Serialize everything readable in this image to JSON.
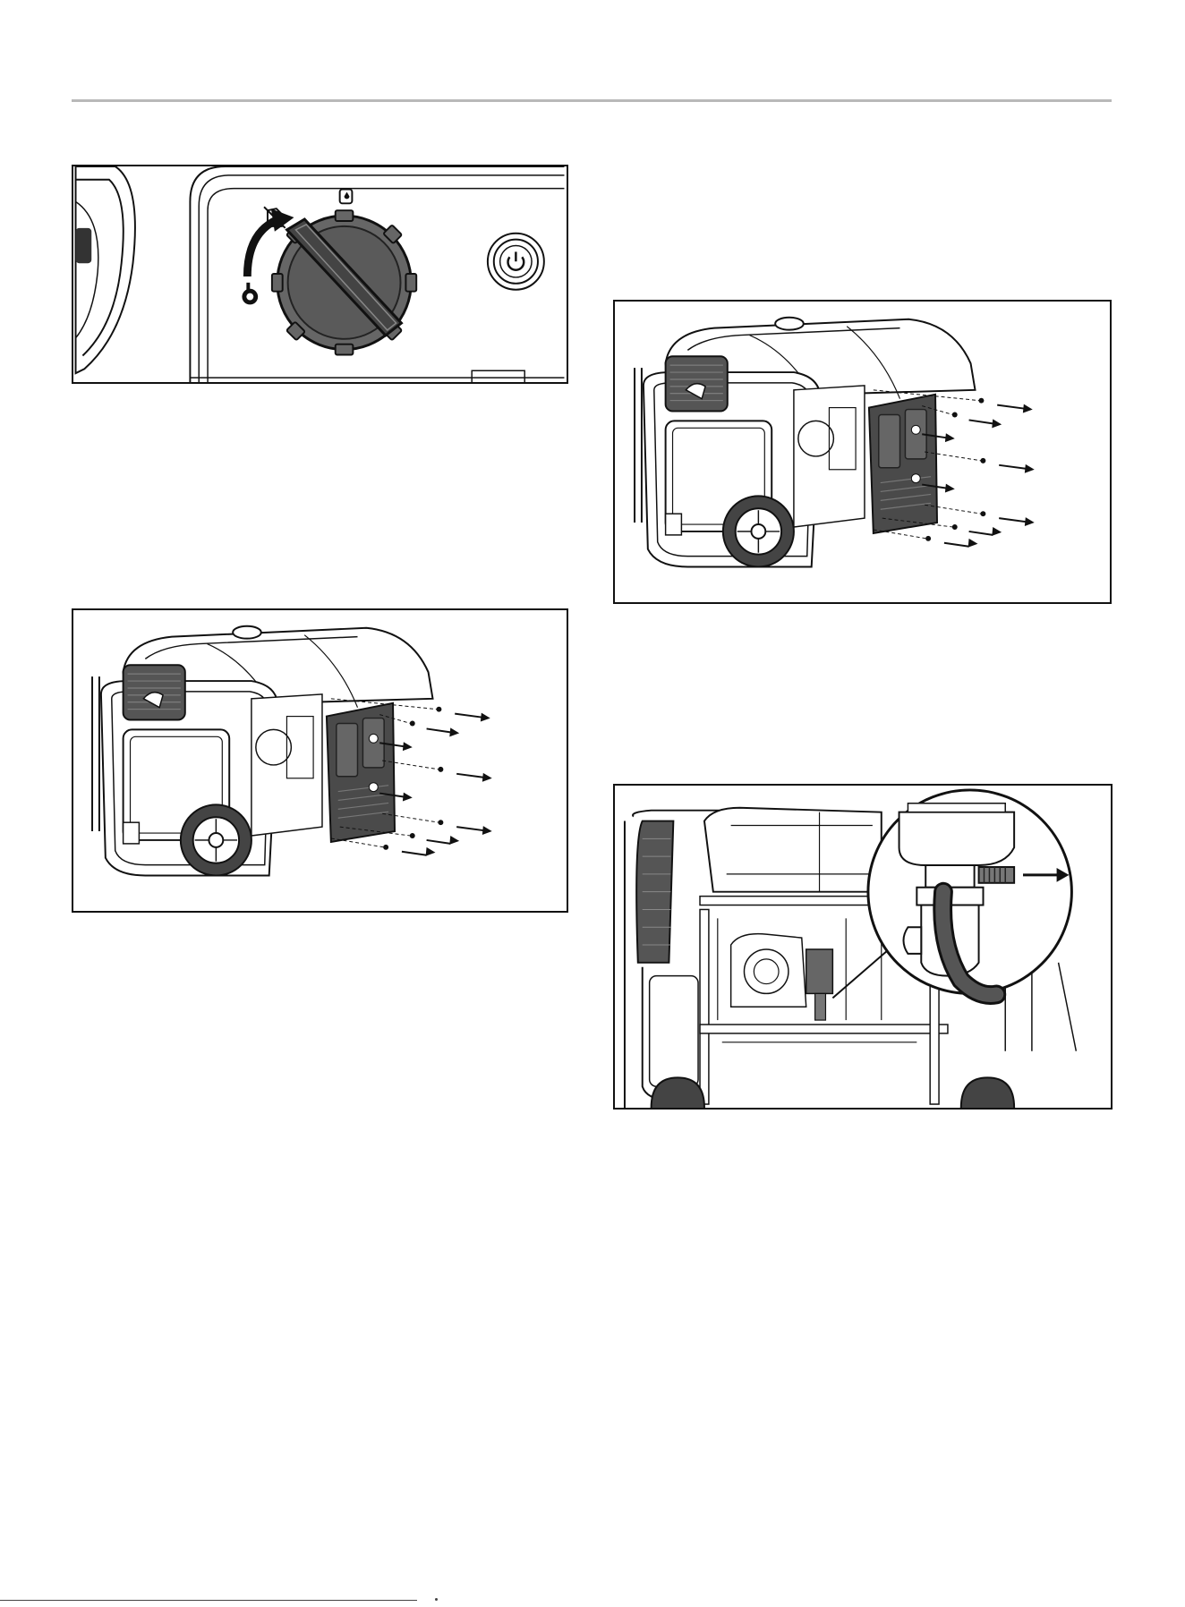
{
  "page": {
    "figures": [
      {
        "id": "fuel-valve-knob-figure",
        "icons": [
          "fuel-valve-knob-icon",
          "rotate-arrow-icon",
          "power-button-icon",
          "fuel-on-symbol-icon",
          "fuel-off-symbol-icon",
          "choke-symbol-icon"
        ]
      },
      {
        "id": "side-panel-removal-figure",
        "icons": [
          "generator-icon",
          "side-panel-icon",
          "screw-icon",
          "arrow-right-icon",
          "wheel-icon"
        ]
      },
      {
        "id": "side-panel-removal-figure-repeat",
        "icons": [
          "generator-icon",
          "side-panel-icon",
          "screw-icon",
          "arrow-right-icon",
          "wheel-icon"
        ]
      },
      {
        "id": "fuel-line-detail-figure",
        "icons": [
          "generator-frame-icon",
          "magnifier-callout-icon",
          "fuel-hose-icon",
          "arrow-right-icon"
        ]
      }
    ],
    "colors": {
      "line": "#111111",
      "dark_fill": "#555555",
      "mid_fill": "#777777",
      "rule": "#b9b9b9"
    }
  }
}
